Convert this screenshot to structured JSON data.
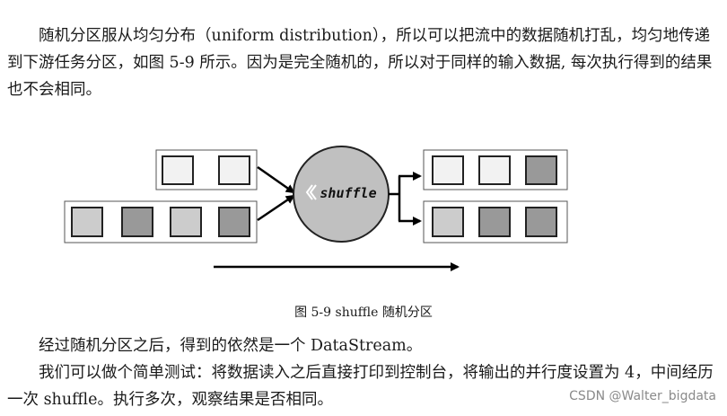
{
  "paragraph_1": "随机分区服从均匀分布（uniform distribution），所以可以把流中的数据随机打乱，均匀地传递到下游任务分区，如图 5-9 所示。因为是完全随机的，所以对于同样的输入数据, 每次执行得到的结果也不会相同。",
  "diagram": {
    "center_label": "shuffle",
    "colors": {
      "light": "#f2f2f2",
      "mid": "#cccccc",
      "dark": "#999999",
      "circle": "#c0c0c0"
    }
  },
  "caption": "图 5-9 shuffle 随机分区",
  "paragraph_2": "经过随机分区之后，得到的依然是一个 DataStream。",
  "paragraph_3": "我们可以做个简单测试：将数据读入之后直接打印到控制台，将输出的并行度设置为 4，中间经历一次 shuffle。执行多次，观察结果是否相同。",
  "watermark": "CSDN @Walter_bigdata"
}
